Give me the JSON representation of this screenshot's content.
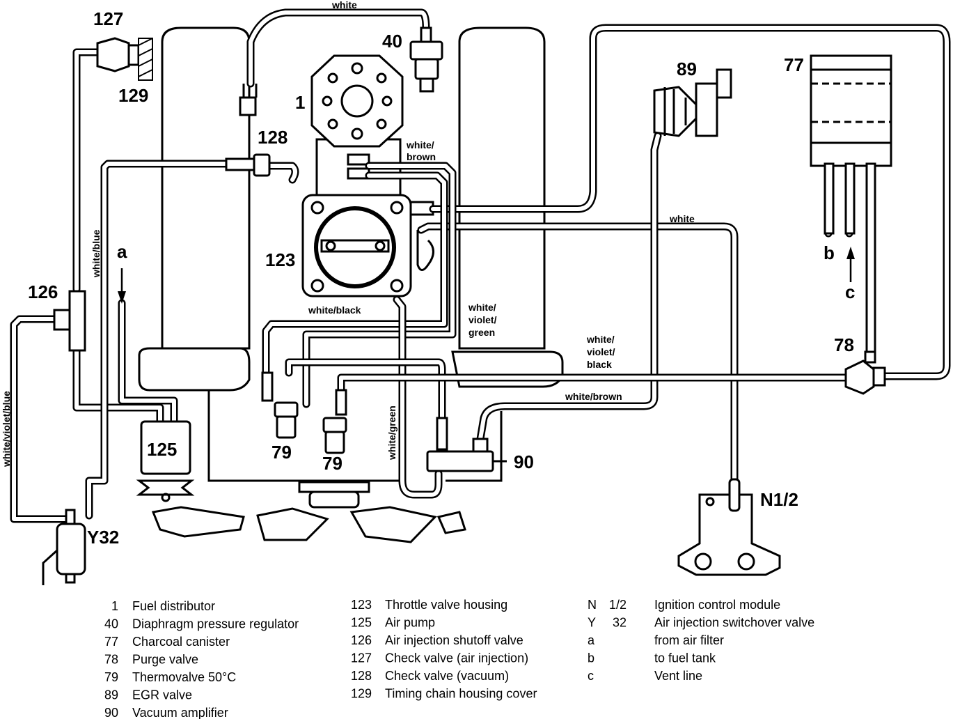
{
  "components": {
    "n1": "1",
    "n40": "40",
    "n77": "77",
    "n78": "78",
    "n79a": "79",
    "n79b": "79",
    "n89": "89",
    "n90": "90",
    "n123": "123",
    "n125": "125",
    "n126": "126",
    "n127": "127",
    "n128": "128",
    "n129": "129",
    "nN12": "N1/2",
    "nY32": "Y32",
    "na": "a",
    "nb": "b",
    "nc": "c"
  },
  "wires": {
    "top_white": "white",
    "white_brown_1a": "white/",
    "white_brown_1b": "brown",
    "white_right": "white",
    "white_blue": "white/blue",
    "white_violet_blue": "white/violet/blue",
    "white_black": "white/black",
    "wvg_a": "white/",
    "wvg_b": "violet/",
    "wvg_c": "green",
    "wvb_a": "white/",
    "wvb_b": "violet/",
    "wvb_c": "black",
    "white_brown_2": "white/brown",
    "white_green": "white/green"
  },
  "legend": {
    "col1": [
      {
        "num": "1",
        "text": "Fuel distributor"
      },
      {
        "num": "40",
        "text": "Diaphragm pressure regulator"
      },
      {
        "num": "77",
        "text": "Charcoal canister"
      },
      {
        "num": "78",
        "text": "Purge valve"
      },
      {
        "num": "79",
        "text": "Thermovalve 50°C"
      },
      {
        "num": "89",
        "text": "EGR valve"
      },
      {
        "num": "90",
        "text": "Vacuum amplifier"
      }
    ],
    "col2": [
      {
        "num": "123",
        "text": "Throttle valve housing"
      },
      {
        "num": "125",
        "text": "Air pump"
      },
      {
        "num": "126",
        "text": "Air injection shutoff valve"
      },
      {
        "num": "127",
        "text": "Check valve (air injection)"
      },
      {
        "num": "128",
        "text": "Check valve (vacuum)"
      },
      {
        "num": "129",
        "text": "Timing chain housing cover"
      }
    ],
    "col3": [
      {
        "letter": "N",
        "num": "1/2",
        "text": "Ignition control module"
      },
      {
        "letter": "Y",
        "num": "32",
        "text": "Air injection switchover valve"
      },
      {
        "letter": "a",
        "num": "",
        "text": "from air filter"
      },
      {
        "letter": "b",
        "num": "",
        "text": "to fuel tank"
      },
      {
        "letter": "c",
        "num": "",
        "text": "Vent line"
      }
    ]
  }
}
